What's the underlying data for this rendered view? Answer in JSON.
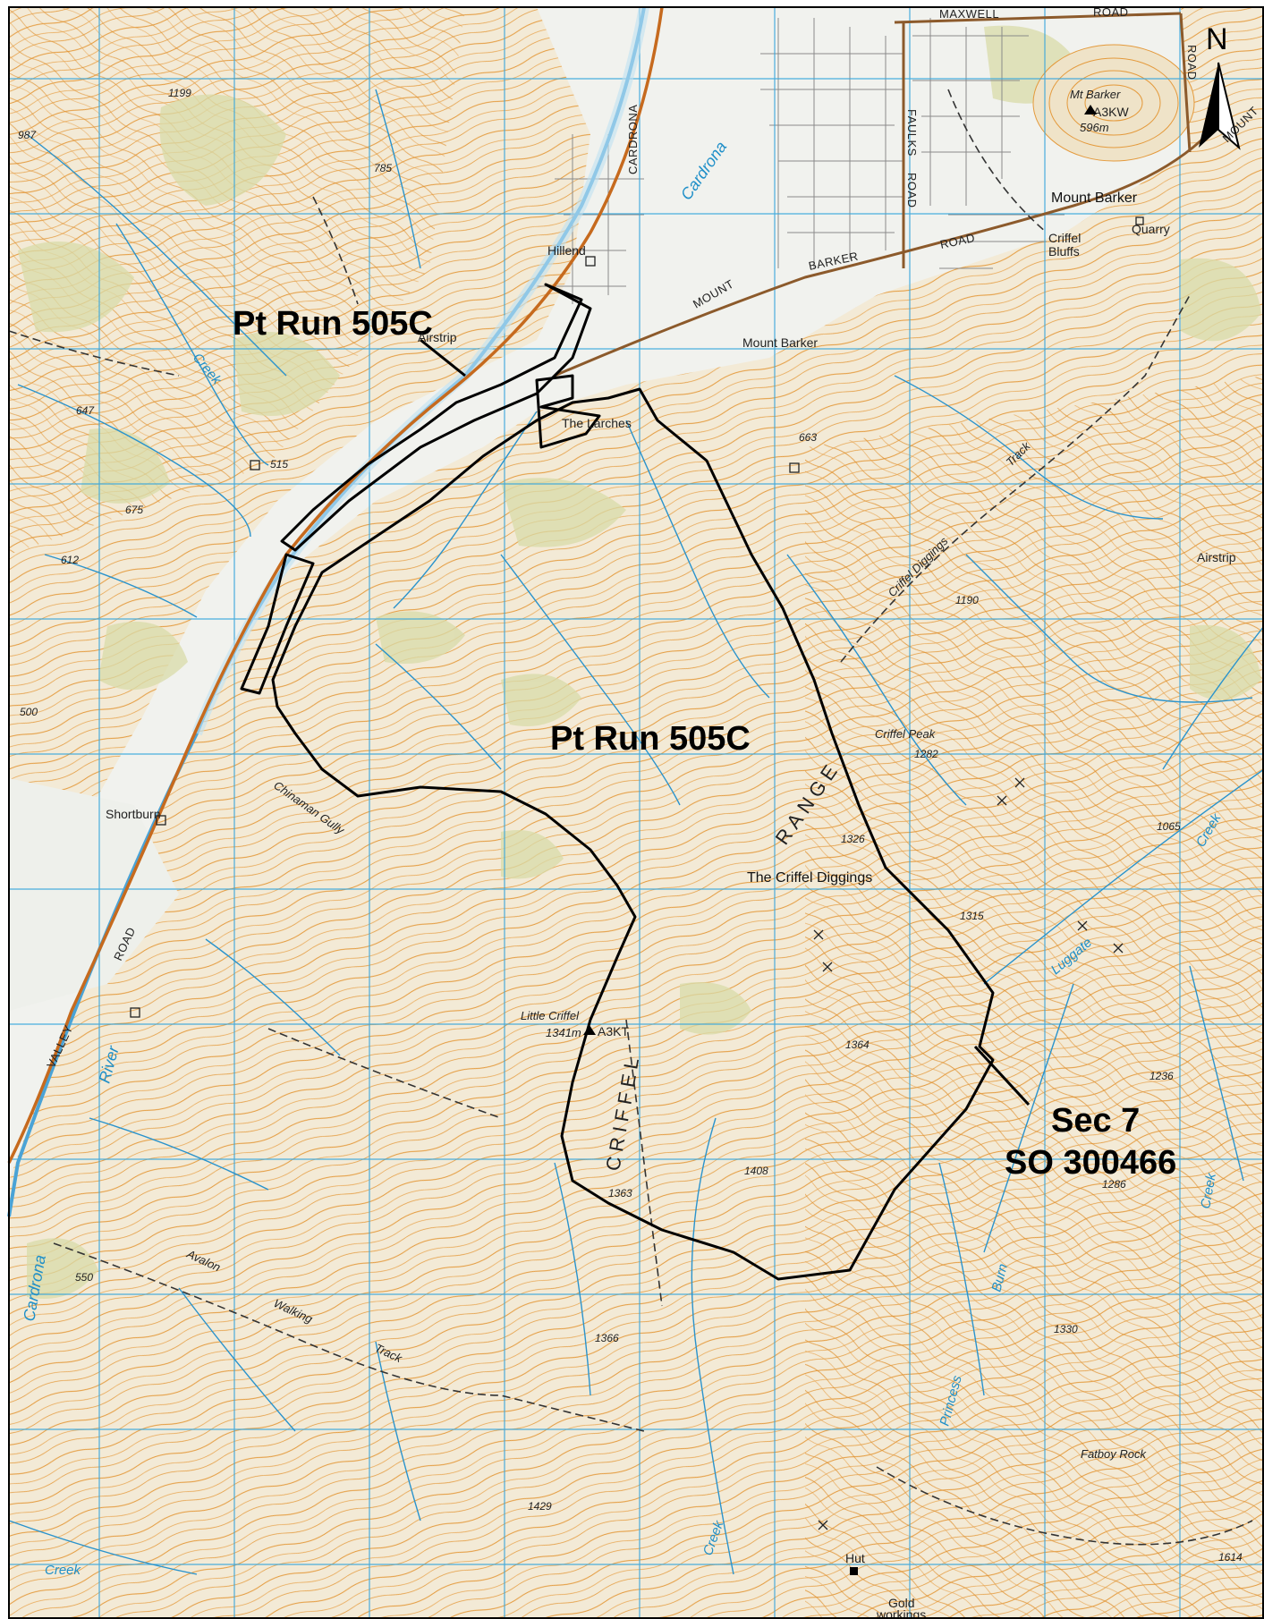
{
  "parcels": {
    "north_label": "Pt Run 505C",
    "main_label": "Pt Run 505C",
    "sec_line1": "Sec 7",
    "sec_line2": "SO 300466"
  },
  "north_arrow": {
    "letter": "N"
  },
  "water": {
    "cardrona_north": "Cardrona",
    "cardrona_south": "Cardrona",
    "river": "River",
    "creek_nw": "Creek",
    "creek_east": "Creek",
    "luggate": "Luggate",
    "creek_sw": "Creek",
    "burn": "Burn",
    "princess": "Princess",
    "creek_se": "Creek",
    "creek_bottom": "Creek"
  },
  "roads": {
    "maxwell": "MAXWELL",
    "road_top": "ROAD",
    "road_right": "ROAD",
    "cardrona_road": "CARDRONA",
    "faulks": "FAULKS",
    "faulks_road": "ROAD",
    "barker": "BARKER",
    "mount": "MOUNT",
    "road_mid": "ROAD",
    "valley": "VALLEY",
    "road_west": "ROAD",
    "mount_tr": "MOUNT"
  },
  "places": {
    "mt_barker": "Mt Barker",
    "a3kw": "A3KW",
    "mt_barker_elev": "596m",
    "mount_barker_town": "Mount Barker",
    "quarry": "Quarry",
    "criffel_bluffs_1": "Criffel",
    "criffel_bluffs_2": "Bluffs",
    "hillend": "Hillend",
    "airstrip_w": "Airstrip",
    "mount_barker_small": "Mount Barker",
    "the_larches": "The Larches",
    "airstrip_e": "Airstrip",
    "criffel_peak": "Criffel Peak",
    "criffel_diggings": "The Criffel Diggings",
    "little_criffel": "Little Criffel",
    "lc_elev": "1341m",
    "a3kt": "A3KT",
    "shortburn": "Shortburn",
    "chinaman_gully": "Chinaman Gully",
    "avalon": "Avalon",
    "walking": "Walking",
    "track_sw": "Track",
    "criffel_diggings_track": "Criffel Diggings",
    "track_ne": "Track",
    "fatboy_rock": "Fatboy Rock",
    "hut": "Hut",
    "gold_1": "Gold",
    "gold_2": "workings",
    "range_a": "CRIFFEL",
    "range_b": "RANGE"
  },
  "elevations": {
    "e1199": "1199",
    "e987": "987",
    "e785": "785",
    "e647": "647",
    "e515": "515",
    "e675": "675",
    "e612": "612",
    "e663": "663",
    "e1190": "1190",
    "e1282": "1282",
    "e1326": "1326",
    "e1065": "1065",
    "e1315": "1315",
    "e1364": "1364",
    "e1236": "1236",
    "e1408": "1408",
    "e1363": "1363",
    "e1286": "1286",
    "e550": "550",
    "e1366": "1366",
    "e1330": "1330",
    "e1429": "1429",
    "e1614": "1614",
    "c500": "500"
  },
  "colors": {
    "terrain": "#f3ecdc",
    "contour": "#e0932e",
    "water": "#2a93cc",
    "grid": "#38a6dc",
    "parcel_line": "#000000",
    "vegetation": "#d6d9a8",
    "road": "#c66a1e"
  }
}
